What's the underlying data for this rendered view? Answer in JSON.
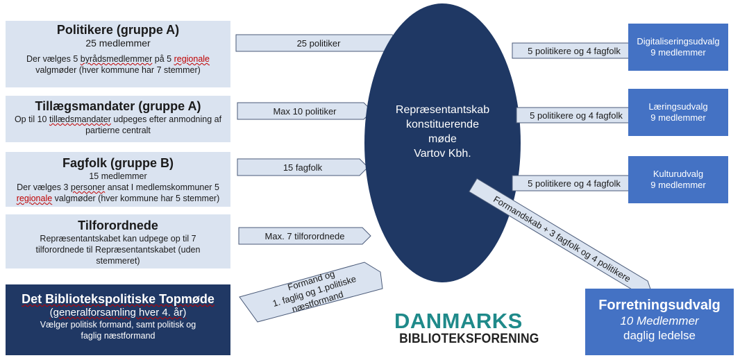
{
  "groups": {
    "politikere": {
      "title": "Politikere (gruppe A)",
      "count": "25 medlemmer",
      "desc_1": "Der vælges 5 ",
      "desc_2": "byrådsmedlemmer",
      "desc_3": " på 5 ",
      "desc_4": "regionale",
      "desc_5": " valgmøder (hver kommune har 7 stemmer)"
    },
    "tillaeg": {
      "title": "Tillægsmandater (gruppe A)",
      "desc_1": "Op til 10 ",
      "desc_2": "tillædsmandater",
      "desc_3": " udpeges efter anmodning af partierne centralt"
    },
    "fagfolk": {
      "title": "Fagfolk (gruppe B)",
      "count": "15 medlemmer",
      "desc_1": "Der vælges 3 ",
      "desc_2": "personer",
      "desc_3": " ansat I medlemskommuner 5 ",
      "desc_4": "regionale",
      "desc_5": " valgmøder (hver kommune har 5 stemmer)"
    },
    "tilforordnede": {
      "title": "Tilforordnede",
      "desc": "Repræsentantskabet kan udpege op til 7 tilforordnede til Repræsentantskabet (uden stemmeret)"
    }
  },
  "topmode": {
    "title": "Det Bibliotekspolitiske Topmøde",
    "paren": "(generalforsamling hver 4. år)",
    "desc": "Vælger politisk formand, samt politisk og faglig næstformand"
  },
  "arrows_in": {
    "a1": "25 politiker",
    "a2": "Max 10 politiker",
    "a3": "15  fagfolk",
    "a4": "Max. 7 tilforordnede",
    "a5_line1": "Formand og",
    "a5_line2": "1. faglig og 1.politiske",
    "a5_line3": "næstformand"
  },
  "center": {
    "line1": "Repræsentantskab",
    "line2": "konstituerende",
    "line3": "møde",
    "line4": "Vartov Kbh."
  },
  "arrows_out": {
    "o1": "5 politikere og 4 fagfolk",
    "o2": "5 politikere og 4 fagfolk",
    "o3": "5 politikere og 4 fagfolk",
    "diag": "Formandskab + 3 fagfolk og 4 politikere"
  },
  "udvalg": {
    "u1_name": "Digitaliseringsudvalg",
    "u1_count": "9 medlemmer",
    "u2_name": "Læringsudvalg",
    "u2_count": "9 medlemmer",
    "u3_name": "Kulturudvalg",
    "u3_count": "9 medlemmer"
  },
  "forretning": {
    "title": "Forretningsudvalg",
    "count": "10 Medlemmer",
    "desc": "daglig ledelse"
  },
  "logo": {
    "line1": "DANMARKS",
    "line2": "BIBLIOTEKSFORENING"
  },
  "colors": {
    "light_box": "#dae3f0",
    "ellipse": "#1f3864",
    "udvalg_box": "#4472c4",
    "topmode_box": "#203864",
    "logo_teal": "#1f8a8a"
  }
}
